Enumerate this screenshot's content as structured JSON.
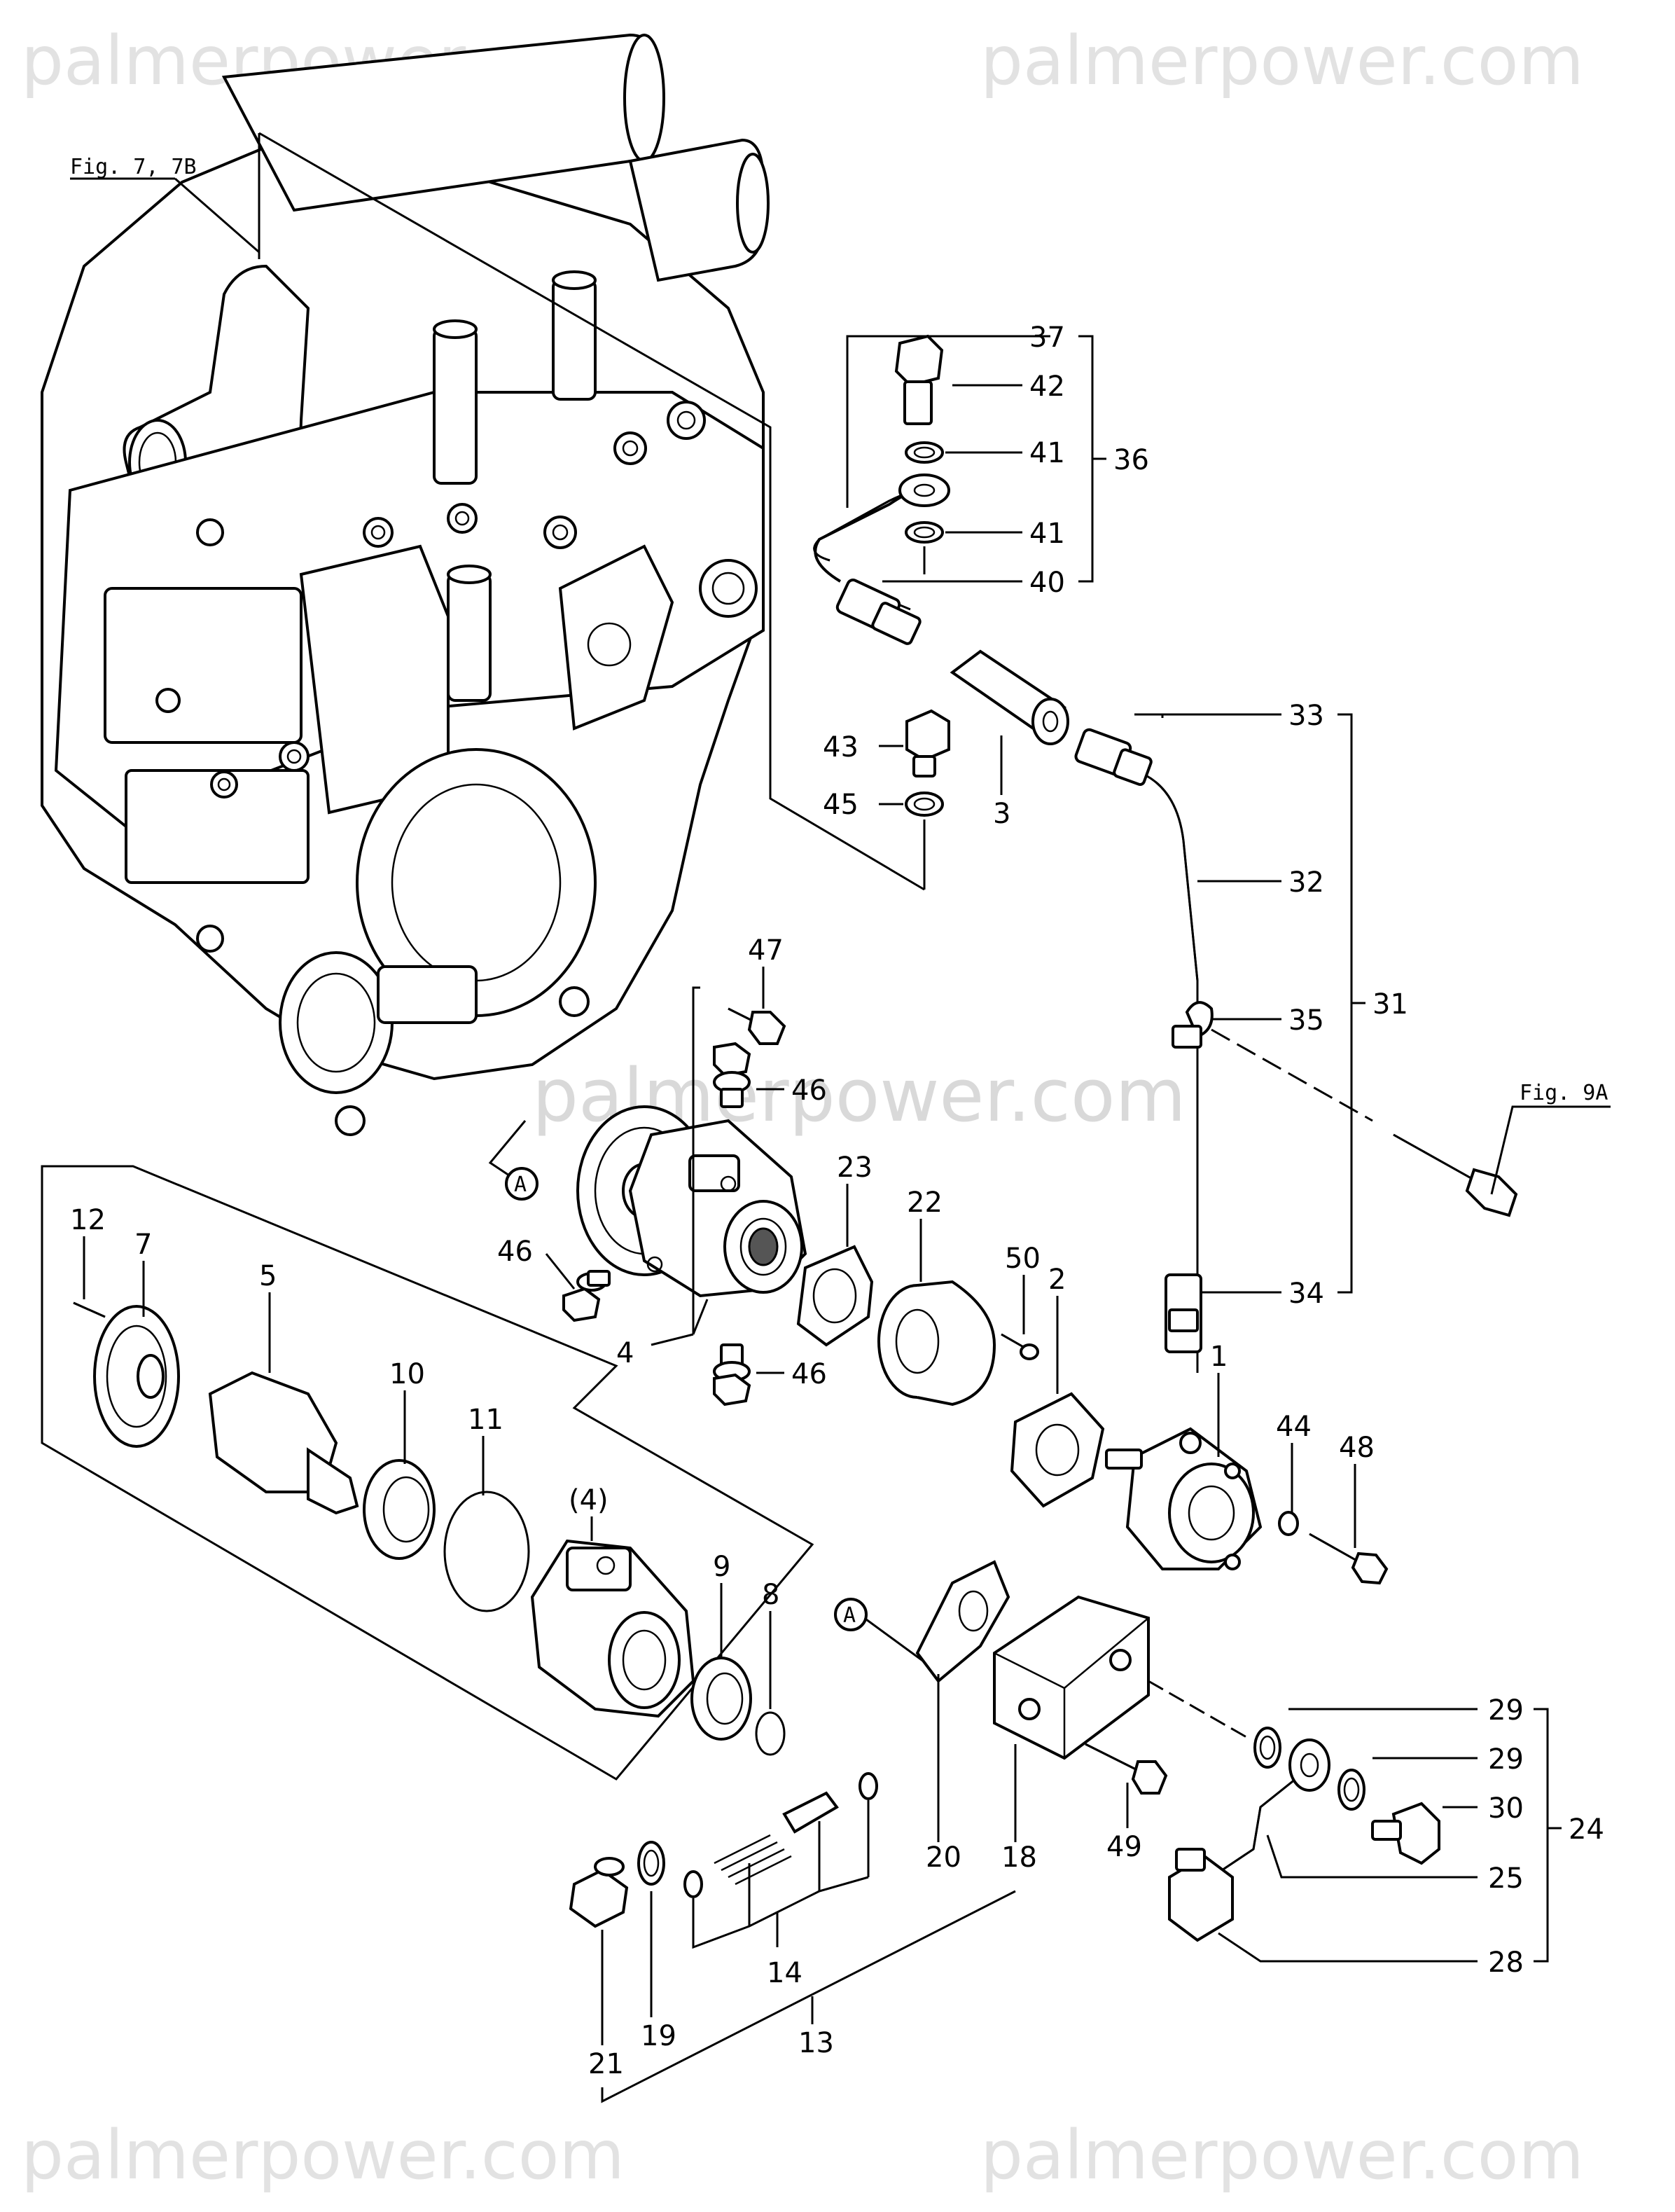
{
  "watermark": "palmerpower.com",
  "refs": {
    "fig7": "Fig. 7, 7B",
    "fig9": "Fig. 9A",
    "section": "A"
  },
  "labels": {
    "p1": "1",
    "p2": "2",
    "p3": "3",
    "p4": "4",
    "p4b": "(4)",
    "p5": "5",
    "p7": "7",
    "p8": "8",
    "p9": "9",
    "p10": "10",
    "p11": "11",
    "p12": "12",
    "p13": "13",
    "p14": "14",
    "p18": "18",
    "p19": "19",
    "p20": "20",
    "p21": "21",
    "p22": "22",
    "p23": "23",
    "p24": "24",
    "p25": "25",
    "p28": "28",
    "p29a": "29",
    "p29b": "29",
    "p30": "30",
    "p31": "31",
    "p32": "32",
    "p33": "33",
    "p34": "34",
    "p35": "35",
    "p36": "36",
    "p37": "37",
    "p40": "40",
    "p41a": "41",
    "p41b": "41",
    "p42": "42",
    "p43": "43",
    "p44": "44",
    "p45": "45",
    "p46a": "46",
    "p46b": "46",
    "p46c": "46",
    "p47": "47",
    "p48": "48",
    "p49": "49",
    "p50": "50"
  }
}
